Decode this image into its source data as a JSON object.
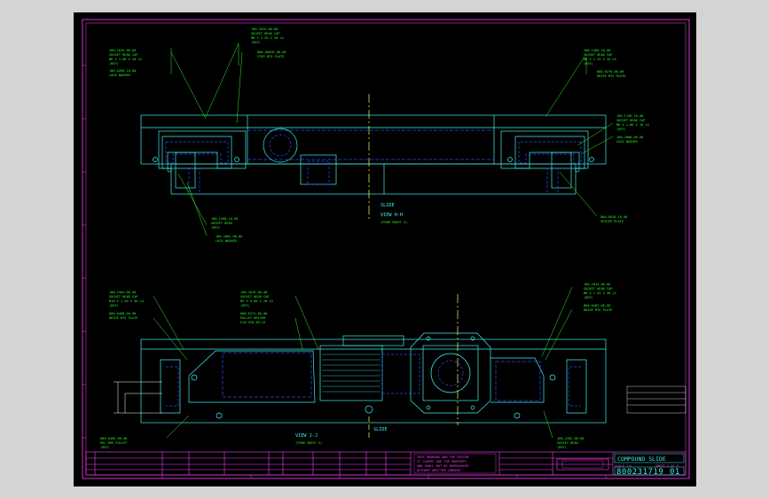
{
  "views": {
    "top": {
      "title": "VIEW H-H",
      "subtitle": "(FROM SHEET 4)",
      "section_tag": "SLIDE"
    },
    "bottom": {
      "title": "VIEW J-J",
      "subtitle": "(FROM SHEET 5)",
      "section_tag": "SLIDE"
    }
  },
  "title_block": {
    "title": "COMPOUND SLIDE",
    "drawing_number": "800231719",
    "revision": "01",
    "sheet": "SHEET 7 OF 9",
    "scale": "SCALE 1/2",
    "size": "SIZE"
  },
  "colors": {
    "background": "#000000",
    "frame": "#ff40ff",
    "geometry": "#3ff0f0",
    "hidden": "#2b4bff",
    "callout": "#2ef52e",
    "center": "#ffff66"
  }
}
